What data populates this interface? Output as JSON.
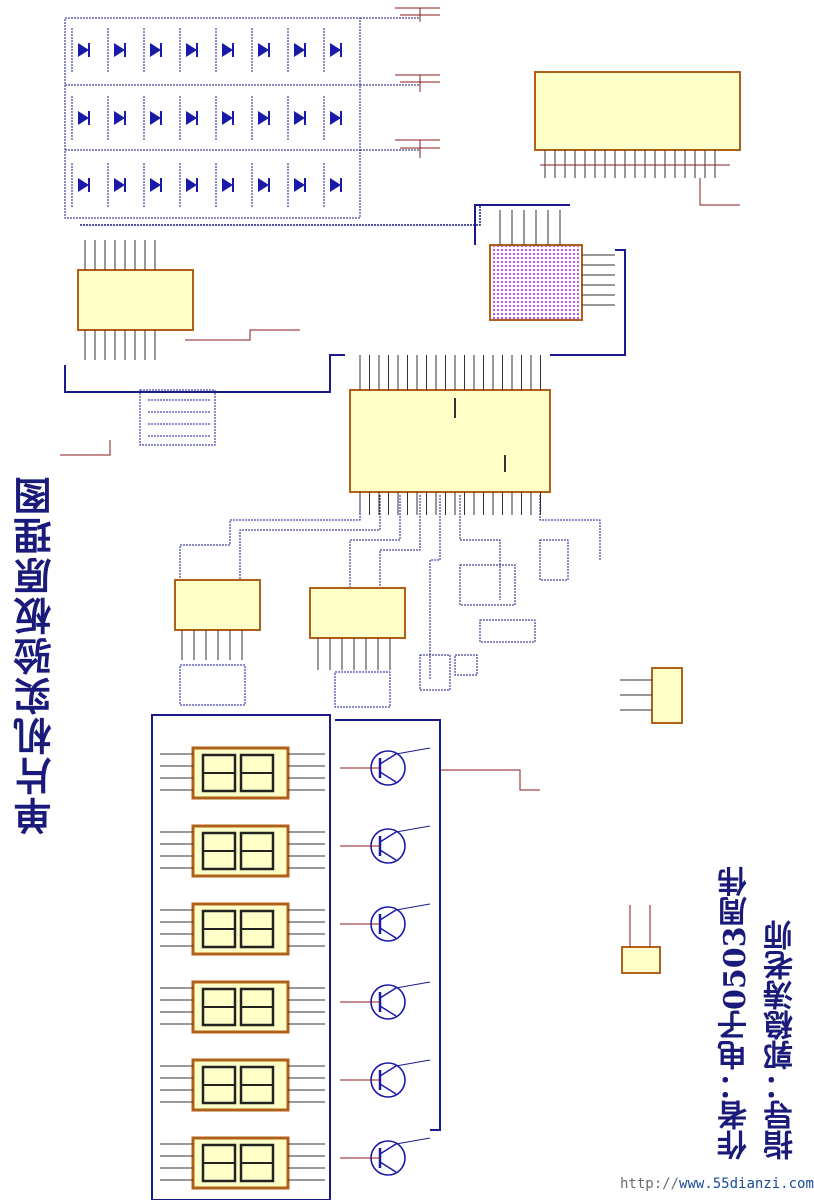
{
  "title": "单片机实验板原理图",
  "credits": {
    "author": "作者：电子0503周伟",
    "advisor": "指导：郭稳涛老师"
  },
  "watermark": {
    "prefix": "http://",
    "site": "www.55dianzi.com"
  },
  "colors": {
    "wire": "#1a1a8a",
    "component": "#1a1aaa",
    "chip_fill": "#ffffc8",
    "chip_border": "#b06018",
    "led_matrix": "#c040ff",
    "title": "#1a1a7a"
  }
}
